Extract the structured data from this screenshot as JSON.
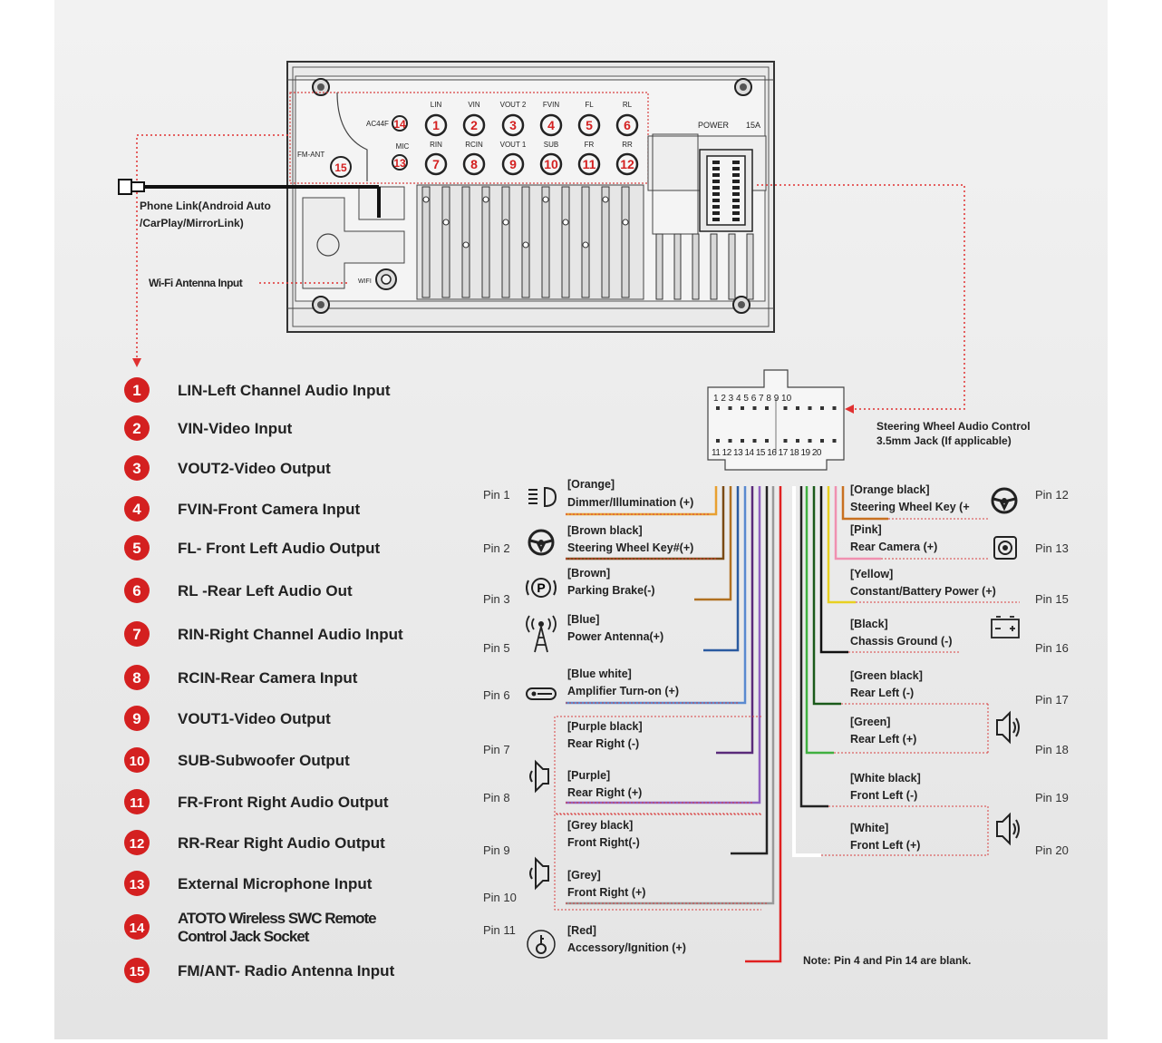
{
  "unit": {
    "port_labels_top": [
      "LIN",
      "VIN",
      "VOUT 2",
      "FVIN",
      "FL",
      "RL"
    ],
    "port_labels_bottom": [
      "RIN",
      "RCIN",
      "VOUT 1",
      "SUB",
      "FR",
      "RR"
    ],
    "port_numbers_top": [
      "1",
      "2",
      "3",
      "4",
      "5",
      "6"
    ],
    "port_numbers_bottom": [
      "7",
      "8",
      "9",
      "10",
      "11",
      "12"
    ],
    "ac44f_label": "AC44F",
    "ac44f_number": "14",
    "mic_label": "MIC",
    "mic_number": "13",
    "fm_ant_label": "FM-ANT",
    "fm_ant_number": "15",
    "power_label": "POWER",
    "fuse_label": "15A",
    "wifi_label": "WIFI",
    "phone_link_line1": "Phone Link(Android Auto",
    "phone_link_line2": "/CarPlay/MirrorLink)",
    "wifi_antenna_label": "Wi-Fi Antenna Input"
  },
  "legend": [
    {
      "num": "1",
      "text": "LIN-Left Channel Audio Input"
    },
    {
      "num": "2",
      "text": "VIN-Video Input"
    },
    {
      "num": "3",
      "text": "VOUT2-Video Output"
    },
    {
      "num": "4",
      "text": "FVIN-Front Camera Input"
    },
    {
      "num": "5",
      "text": "FL- Front Left Audio Output"
    },
    {
      "num": "6",
      "text": "RL -Rear Left Audio Out"
    },
    {
      "num": "7",
      "text": "RIN-Right Channel Audio Input"
    },
    {
      "num": "8",
      "text": "RCIN-Rear Camera Input"
    },
    {
      "num": "9",
      "text": "VOUT1-Video Output"
    },
    {
      "num": "10",
      "text": "SUB-Subwoofer Output"
    },
    {
      "num": "11",
      "text": "FR-Front Right Audio Output"
    },
    {
      "num": "12",
      "text": "RR-Rear Right Audio Output"
    },
    {
      "num": "13",
      "text": "External Microphone Input"
    },
    {
      "num": "14",
      "text": "ATOTO Wireless SWC Remote",
      "text2": "Control Jack Socket"
    },
    {
      "num": "15",
      "text": "FM/ANT- Radio Antenna Input"
    }
  ],
  "connector": {
    "top_pins": "1 2 3 4 5   6 7 8 9 10",
    "bottom_pins": "11 12 13 14 15   16 17 18 19 20",
    "swc_line1": "Steering Wheel Audio Control",
    "swc_line2": "3.5mm Jack (If applicable)"
  },
  "left_pins": [
    {
      "pin": "Pin 1",
      "color_name": "[Orange]",
      "func": "Dimmer/Illumination (+)",
      "icon": "headlight-icon",
      "wire": "#e8a030"
    },
    {
      "pin": "Pin 2",
      "color_name": "[Brown black]",
      "func": "Steering Wheel Key#(+)",
      "icon": "steering-wheel-icon",
      "wire": "#7a4a14"
    },
    {
      "pin": "Pin 3",
      "color_name": "[Brown]",
      "func": "Parking Brake(-)",
      "icon": "parking-brake-icon",
      "wire": "#b07020"
    },
    {
      "pin": "Pin 5",
      "color_name": "[Blue]",
      "func": "Power Antenna(+)",
      "icon": "antenna-icon",
      "wire": "#2a5aa0"
    },
    {
      "pin": "Pin 6",
      "color_name": "[Blue white]",
      "func": "Amplifier Turn-on (+)",
      "icon": "amplifier-icon",
      "wire": "#5a8ad0"
    },
    {
      "pin": "Pin 7",
      "color_name": "[Purple black]",
      "func": "Rear Right (-)",
      "icon": "speaker-icon",
      "wire": "#5a2a7a"
    },
    {
      "pin": "Pin 8",
      "color_name": "[Purple]",
      "func": "Rear Right (+)",
      "icon": "",
      "wire": "#9060c0"
    },
    {
      "pin": "Pin 9",
      "color_name": "[Grey black]",
      "func": "Front Right(-)",
      "icon": "speaker-icon",
      "wire": "#222222"
    },
    {
      "pin": "Pin 10",
      "color_name": "[Grey]",
      "func": "Front Right (+)",
      "icon": "",
      "wire": "#999999"
    },
    {
      "pin": "Pin 11",
      "color_name": "[Red]",
      "func": "Accessory/Ignition (+)",
      "icon": "ignition-key-icon",
      "wire": "#e02020"
    }
  ],
  "right_pins": [
    {
      "pin": "Pin 12",
      "color_name": "[Orange black]",
      "func": "Steering Wheel Key (+",
      "icon": "steering-wheel-icon",
      "wire": "#c87020"
    },
    {
      "pin": "Pin 13",
      "color_name": "[Pink]",
      "func": "Rear Camera (+)",
      "icon": "camera-icon",
      "wire": "#f090b0"
    },
    {
      "pin": "Pin 15",
      "color_name": "[Yellow]",
      "func": "Constant/Battery Power (+)",
      "icon": "",
      "wire": "#e8d020"
    },
    {
      "pin": "Pin 16",
      "color_name": "[Black]",
      "func": "Chassis Ground (-)",
      "icon": "battery-icon",
      "wire": "#111111"
    },
    {
      "pin": "Pin 17",
      "color_name": "[Green black]",
      "func": "Rear Left (-)",
      "icon": "speaker-icon",
      "wire": "#1a5a1a"
    },
    {
      "pin": "Pin 18",
      "color_name": "[Green]",
      "func": "Rear Left (+)",
      "icon": "",
      "wire": "#40b040"
    },
    {
      "pin": "Pin 19",
      "color_name": "[White black]",
      "func": "Front Left (-)",
      "icon": "speaker-icon",
      "wire": "#222222"
    },
    {
      "pin": "Pin 20",
      "color_name": "[White]",
      "func": "Front Left (+)",
      "icon": "",
      "wire": "#f8f8f8"
    }
  ],
  "note": "Note: Pin 4 and Pin 14 are blank.",
  "colors": {
    "accent_red": "#d42020",
    "dotted_red": "#e03030"
  }
}
